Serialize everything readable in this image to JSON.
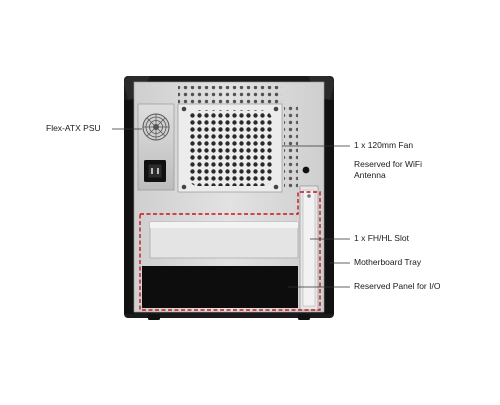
{
  "diagram": {
    "callouts": {
      "psu": "Flex-ATX PSU",
      "fan": "1 x 120mm Fan",
      "antenna": "Reserved for WiFi Antenna",
      "slot": "1 x FH/HL Slot",
      "tray": "Motherboard Tray",
      "io": "Reserved Panel for I/O"
    },
    "colors": {
      "case_frame": "#1b1b1b",
      "panel": "#d6d6d6",
      "panel_highlight": "#e9e9e9",
      "io_panel": "#0d0d0d",
      "accent_red": "#c9141b",
      "leader_line": "#333333"
    }
  }
}
